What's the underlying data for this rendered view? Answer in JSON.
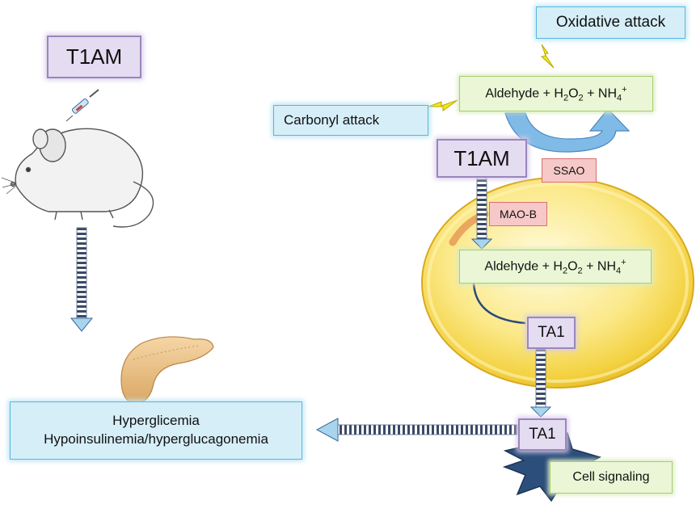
{
  "labels": {
    "t1am_left": "T1AM",
    "t1am_right": "T1AM",
    "oxidative_attack": "Oxidative attack",
    "carbonyl_attack": "Carbonyl attack",
    "ssao": "SSAO",
    "mao_b": "MAO-B",
    "ta1_inner": "TA1",
    "ta1_outer": "TA1",
    "cell_signaling": "Cell signaling",
    "outcome_line1": "Hyperglicemia",
    "outcome_line2": "Hypoinsulinemia/hyperglucagonemia"
  },
  "reaction_top": {
    "aldehyde": "Aldehyde",
    "plus1": "+",
    "h": "H",
    "h_sub": "2",
    "o": "O",
    "o_sub": "2",
    "plus2": "+",
    "nh": "NH",
    "nh_sub": "4",
    "nh_sup": "+"
  },
  "reaction_inner": {
    "aldehyde": "Aldehyde",
    "plus1": "+",
    "h": "H",
    "h_sub": "2",
    "o": "O",
    "o_sub": "2",
    "plus2": "+",
    "nh": "NH",
    "nh_sub": "4",
    "nh_sup": "+"
  },
  "icons": [
    "syringe-icon",
    "mouse-icon",
    "pancreas-icon",
    "lightning-icon",
    "starburst-icon",
    "cell-icon"
  ],
  "colors": {
    "purple_box": "#e4dcf0",
    "green_box": "#eaf6d6",
    "cyan_box": "#d6eef8",
    "red_box": "#f6c8c8",
    "arrow_blue": "#a9d4ee",
    "cell_yellow": "#f7dd55",
    "star_blue": "#2c4e7a"
  }
}
